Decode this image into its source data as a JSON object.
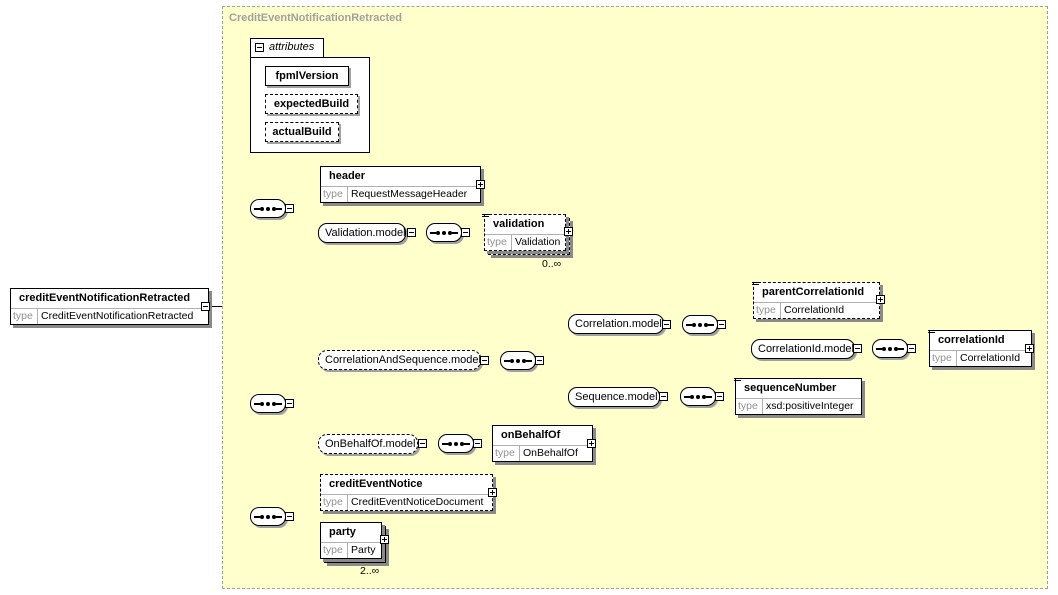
{
  "region": {
    "title": "CreditEventNotificationRetracted"
  },
  "root": {
    "name": "creditEventNotificationRetracted",
    "type_key": "type",
    "type_value": "CreditEventNotificationRetracted"
  },
  "attributes": {
    "tab_label": "attributes",
    "items": [
      "fpmlVersion",
      "expectedBuild",
      "actualBuild"
    ]
  },
  "elements": {
    "header": {
      "name": "header",
      "type_key": "type",
      "type_value": "RequestMessageHeader"
    },
    "validation": {
      "name": "validation",
      "type_key": "type",
      "type_value": "Validation",
      "occurs": "0..∞"
    },
    "parentCorrelationId": {
      "name": "parentCorrelationId",
      "type_key": "type",
      "type_value": "CorrelationId"
    },
    "correlationId": {
      "name": "correlationId",
      "type_key": "type",
      "type_value": "CorrelationId"
    },
    "sequenceNumber": {
      "name": "sequenceNumber",
      "type_key": "type",
      "type_value": "xsd:positiveInteger"
    },
    "onBehalfOf": {
      "name": "onBehalfOf",
      "type_key": "type",
      "type_value": "OnBehalfOf"
    },
    "creditEventNotice": {
      "name": "creditEventNotice",
      "type_key": "type",
      "type_value": "CreditEventNoticeDocument"
    },
    "party": {
      "name": "party",
      "type_key": "type",
      "type_value": "Party",
      "occurs": "2..∞"
    }
  },
  "groups": {
    "validation_model": "Validation.model",
    "correlation_and_sequence_model": "CorrelationAndSequence.model",
    "correlation_model": "Correlation.model",
    "correlation_id_model": "CorrelationId.model",
    "sequence_model": "Sequence.model",
    "on_behalf_of_model": "OnBehalfOf.model"
  },
  "colors": {
    "region_fill": "#ffffcc",
    "region_border": "#a0a0a0",
    "title_color": "#a0a0a0"
  }
}
